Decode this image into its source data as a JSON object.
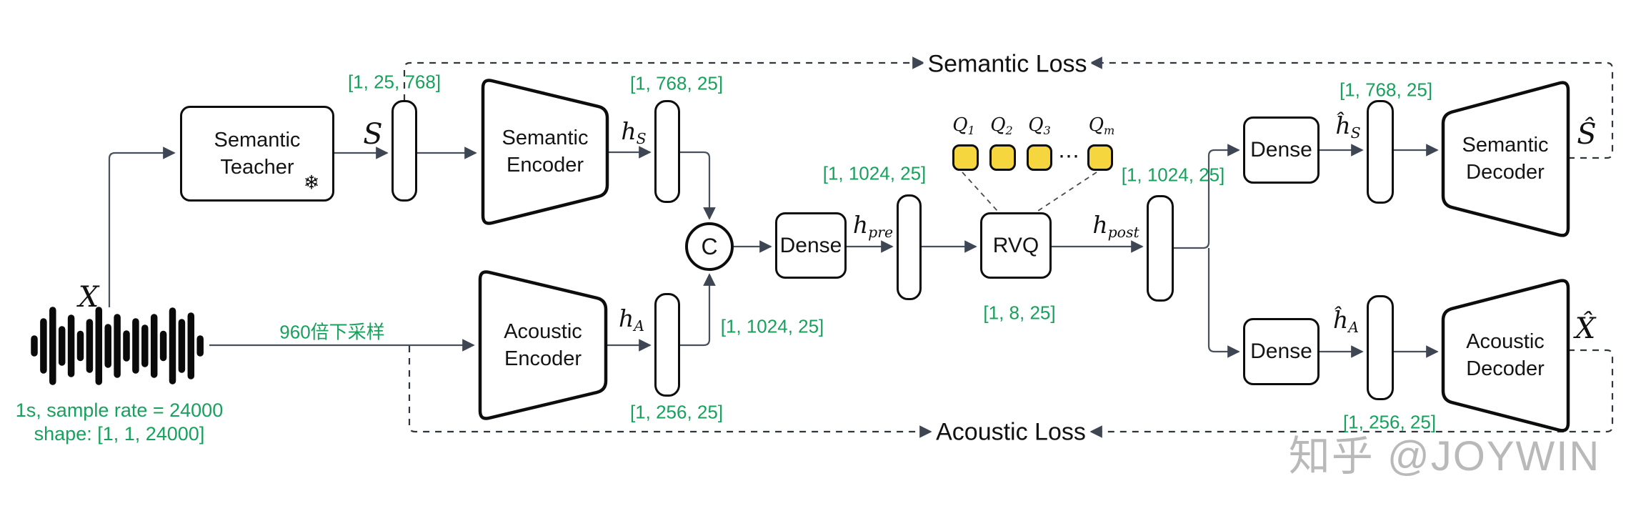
{
  "colors": {
    "accent_green": "#18a05d",
    "quantizer_yellow": "#f6d63f",
    "connector": "#47505c",
    "border": "#0d0d0d",
    "watermark_gray": "#a8a8a8"
  },
  "source": {
    "symbol": "X",
    "caption_line1": "1s, sample rate = 24000",
    "caption_line2": "shape: [1, 1, 24000]"
  },
  "edges": {
    "downsample_label": "960倍下采样"
  },
  "blocks": {
    "semantic_teacher": {
      "line1": "Semantic",
      "line2": "Teacher",
      "frozen": "❄"
    },
    "semantic_encoder": {
      "line1": "Semantic",
      "line2": "Encoder"
    },
    "acoustic_encoder": {
      "line1": "Acoustic",
      "line2": "Encoder"
    },
    "concat": {
      "label": "C"
    },
    "dense_pre": {
      "label": "Dense"
    },
    "rvq": {
      "label": "RVQ"
    },
    "dense_semantic": {
      "label": "Dense"
    },
    "dense_acoustic": {
      "label": "Dense"
    },
    "semantic_decoder": {
      "line1": "Semantic",
      "line2": "Decoder"
    },
    "acoustic_decoder": {
      "line1": "Acoustic",
      "line2": "Decoder"
    }
  },
  "symbols": {
    "s": {
      "base": "S",
      "sub": ""
    },
    "h_s": {
      "base": "h",
      "sub": "S"
    },
    "h_a": {
      "base": "h",
      "sub": "A"
    },
    "h_pre": {
      "base": "h",
      "sub": "pre"
    },
    "h_post": {
      "base": "h",
      "sub": "post"
    },
    "h_s_hat": {
      "base": "ĥ",
      "sub": "S"
    },
    "h_a_hat": {
      "base": "ĥ",
      "sub": "A"
    },
    "s_hat": {
      "base": "Ŝ",
      "sub": ""
    },
    "x_hat": {
      "base": "X̂",
      "sub": ""
    }
  },
  "quantizers": {
    "q1": {
      "base": "Q",
      "sub": "1"
    },
    "q2": {
      "base": "Q",
      "sub": "2"
    },
    "q3": {
      "base": "Q",
      "sub": "3"
    },
    "qm": {
      "base": "Q",
      "sub": "m"
    },
    "dots": "⋯"
  },
  "tensors": {
    "teacher_out": "[1, 25, 768]",
    "h_s": "[1, 768, 25]",
    "h_a": "[1, 256, 25]",
    "concat_out": "[1, 1024, 25]",
    "pre_rvq": "[1, 1024, 25]",
    "codes": "[1, 8, 25]",
    "post_rvq": "[1, 1024, 25]",
    "h_s_hat": "[1, 768, 25]",
    "h_a_hat": "[1, 256, 25]"
  },
  "losses": {
    "semantic": "Semantic Loss",
    "acoustic": "Acoustic Loss"
  },
  "watermark": "知乎 @JOYWIN",
  "waveform": {
    "bar_heights": [
      20,
      68,
      100,
      46,
      78,
      33,
      66,
      100,
      52,
      80,
      34,
      68,
      50,
      80,
      33,
      98,
      66,
      84,
      20
    ]
  }
}
